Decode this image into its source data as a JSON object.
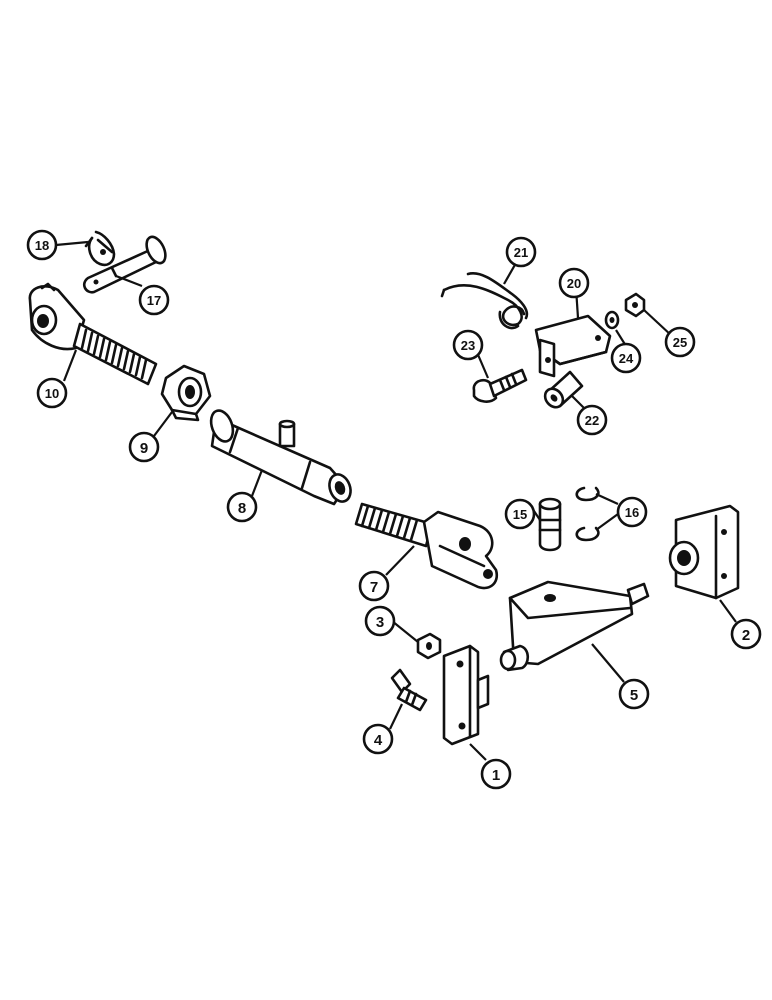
{
  "callouts": [
    {
      "id": "1",
      "label": "1"
    },
    {
      "id": "2",
      "label": "2"
    },
    {
      "id": "3",
      "label": "3"
    },
    {
      "id": "4",
      "label": "4"
    },
    {
      "id": "5",
      "label": "5"
    },
    {
      "id": "7",
      "label": "7"
    },
    {
      "id": "8",
      "label": "8"
    },
    {
      "id": "9",
      "label": "9"
    },
    {
      "id": "10",
      "label": "10"
    },
    {
      "id": "15",
      "label": "15"
    },
    {
      "id": "16",
      "label": "16"
    },
    {
      "id": "17",
      "label": "17"
    },
    {
      "id": "18",
      "label": "18"
    },
    {
      "id": "20",
      "label": "20"
    },
    {
      "id": "21",
      "label": "21"
    },
    {
      "id": "22",
      "label": "22"
    },
    {
      "id": "23",
      "label": "23"
    },
    {
      "id": "24",
      "label": "24"
    },
    {
      "id": "25",
      "label": "25"
    }
  ]
}
